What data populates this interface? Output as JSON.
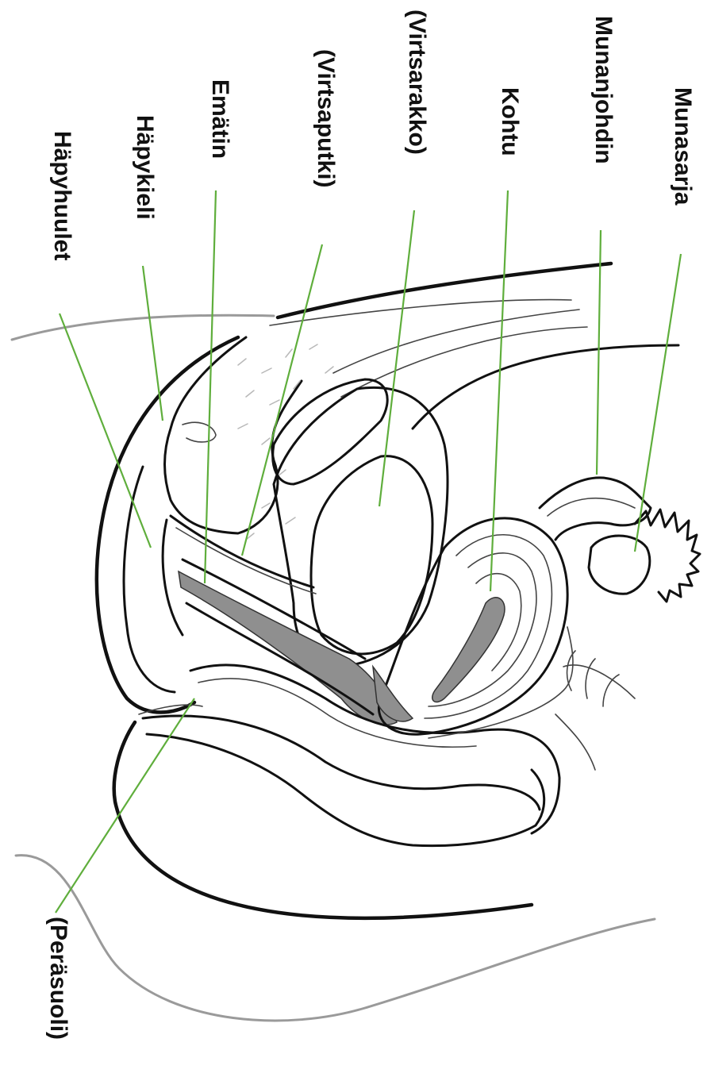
{
  "diagram": {
    "labels": {
      "munasarja": "Munasarja",
      "munanjohdin": "Munanjohdin",
      "kohtu": "Kohtu",
      "virtsarakko": "(Virtsarakko)",
      "virtsaputki": "(Virtsaputki)",
      "ematin": "Emätin",
      "hapykieli": "Häpykieli",
      "hapyhuulet": "Häpyhuulet",
      "perasuoli": "(Peräsuoli)"
    },
    "colors": {
      "leader": "#5fae3c",
      "outline": "#111111",
      "tissue": "#8f8f8f",
      "skin": "#9a9a9a"
    }
  }
}
